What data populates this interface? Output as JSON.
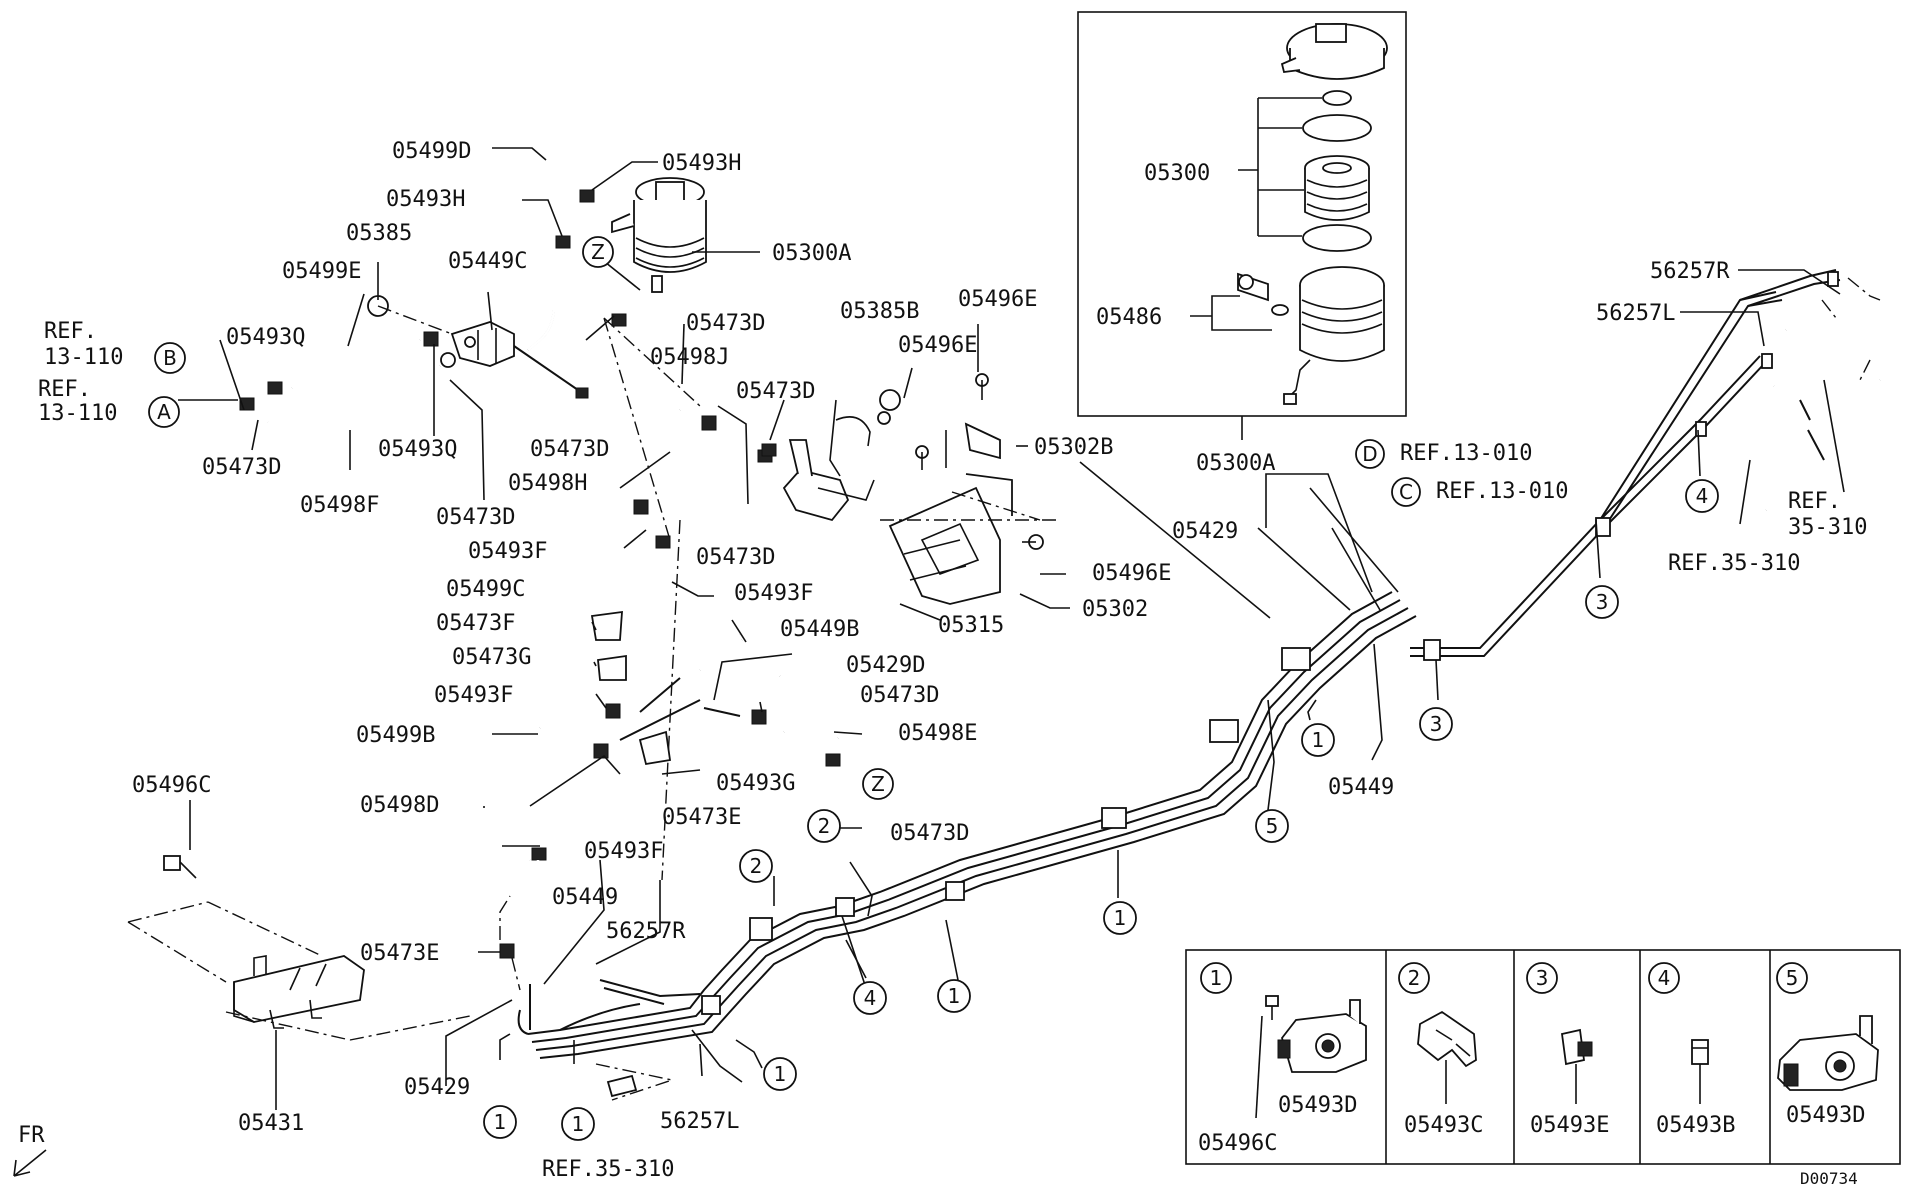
{
  "diagram": {
    "code": "D00734",
    "fr_label": "FR",
    "labels": {
      "p05499D": "05499D",
      "p05493H_a": "05493H",
      "p05493H_b": "05493H",
      "p05385": "05385",
      "p05449C": "05449C",
      "p05300A_top": "05300A",
      "p05499E": "05499E",
      "ref13_110_b": "REF.",
      "ref13_110_b2": "13-110",
      "ref13_110_a": "REF.",
      "ref13_110_a2": "13-110",
      "p05493Q_a": "05493Q",
      "p05473D_left": "05473D",
      "p05498F": "05498F",
      "p05493Q_b": "05493Q",
      "p05473D_mid": "05473D",
      "p05473D_b": "05473D",
      "p05498J": "05498J",
      "p05473D_c": "05473D",
      "p05473D_d": "05473D",
      "p05498H": "05498H",
      "p05473D_e": "05473D",
      "p05385B": "05385B",
      "p05496E_a": "05496E",
      "p05496E_b": "05496E",
      "p05302B": "05302B",
      "p05496E_c": "05496E",
      "p05302": "05302",
      "p05315": "05315",
      "p05493F_a": "05493F",
      "p05493F_b": "05493F",
      "p05499C": "05499C",
      "p05473F": "05473F",
      "p05473G": "05473G",
      "p05449B": "05449B",
      "p05429D": "05429D",
      "p05493F_c": "05493F",
      "p05473D_f": "05473D",
      "p05499B": "05499B",
      "p05498E": "05498E",
      "p05493G": "05493G",
      "p05498D": "05498D",
      "p05473E_a": "05473E",
      "p05473D_g": "05473D",
      "p05493F_d": "05493F",
      "p05496C": "05496C",
      "p05449_a": "05449",
      "p56257R_a": "56257R",
      "p05473E_b": "05473E",
      "p05429_a": "05429",
      "p05431": "05431",
      "p56257L_a": "56257L",
      "ref35_310_a": "REF.35-310",
      "p05300": "05300",
      "p05486": "05486",
      "p05300A_box": "05300A",
      "p56257R_b": "56257R",
      "p56257L_b": "56257L",
      "ref13_010_d": "REF.13-010",
      "ref13_010_c": "REF.13-010",
      "p05429_b": "05429",
      "ref35_310_b": "REF.",
      "ref35_310_b2": "35-310",
      "ref35_310_c": "REF.35-310",
      "p05449_b": "05449"
    },
    "circle_letters": {
      "Z1": "Z",
      "Z2": "Z",
      "B": "B",
      "A": "A",
      "D": "D",
      "C": "C"
    },
    "circle_numbers": {
      "n1a": "1",
      "n1b": "1",
      "n1c": "1",
      "n1d": "1",
      "n1e": "1",
      "n1f": "1",
      "n2a": "2",
      "n2b": "2",
      "n3a": "3",
      "n3b": "3",
      "n4a": "4",
      "n4b": "4",
      "n5": "5"
    },
    "legend": [
      {
        "num": "1",
        "parts": [
          "05496C",
          "05493D"
        ]
      },
      {
        "num": "2",
        "parts": [
          "05493C"
        ]
      },
      {
        "num": "3",
        "parts": [
          "05493E"
        ]
      },
      {
        "num": "4",
        "parts": [
          "05493B"
        ]
      },
      {
        "num": "5",
        "parts": [
          "05493D"
        ]
      }
    ]
  }
}
